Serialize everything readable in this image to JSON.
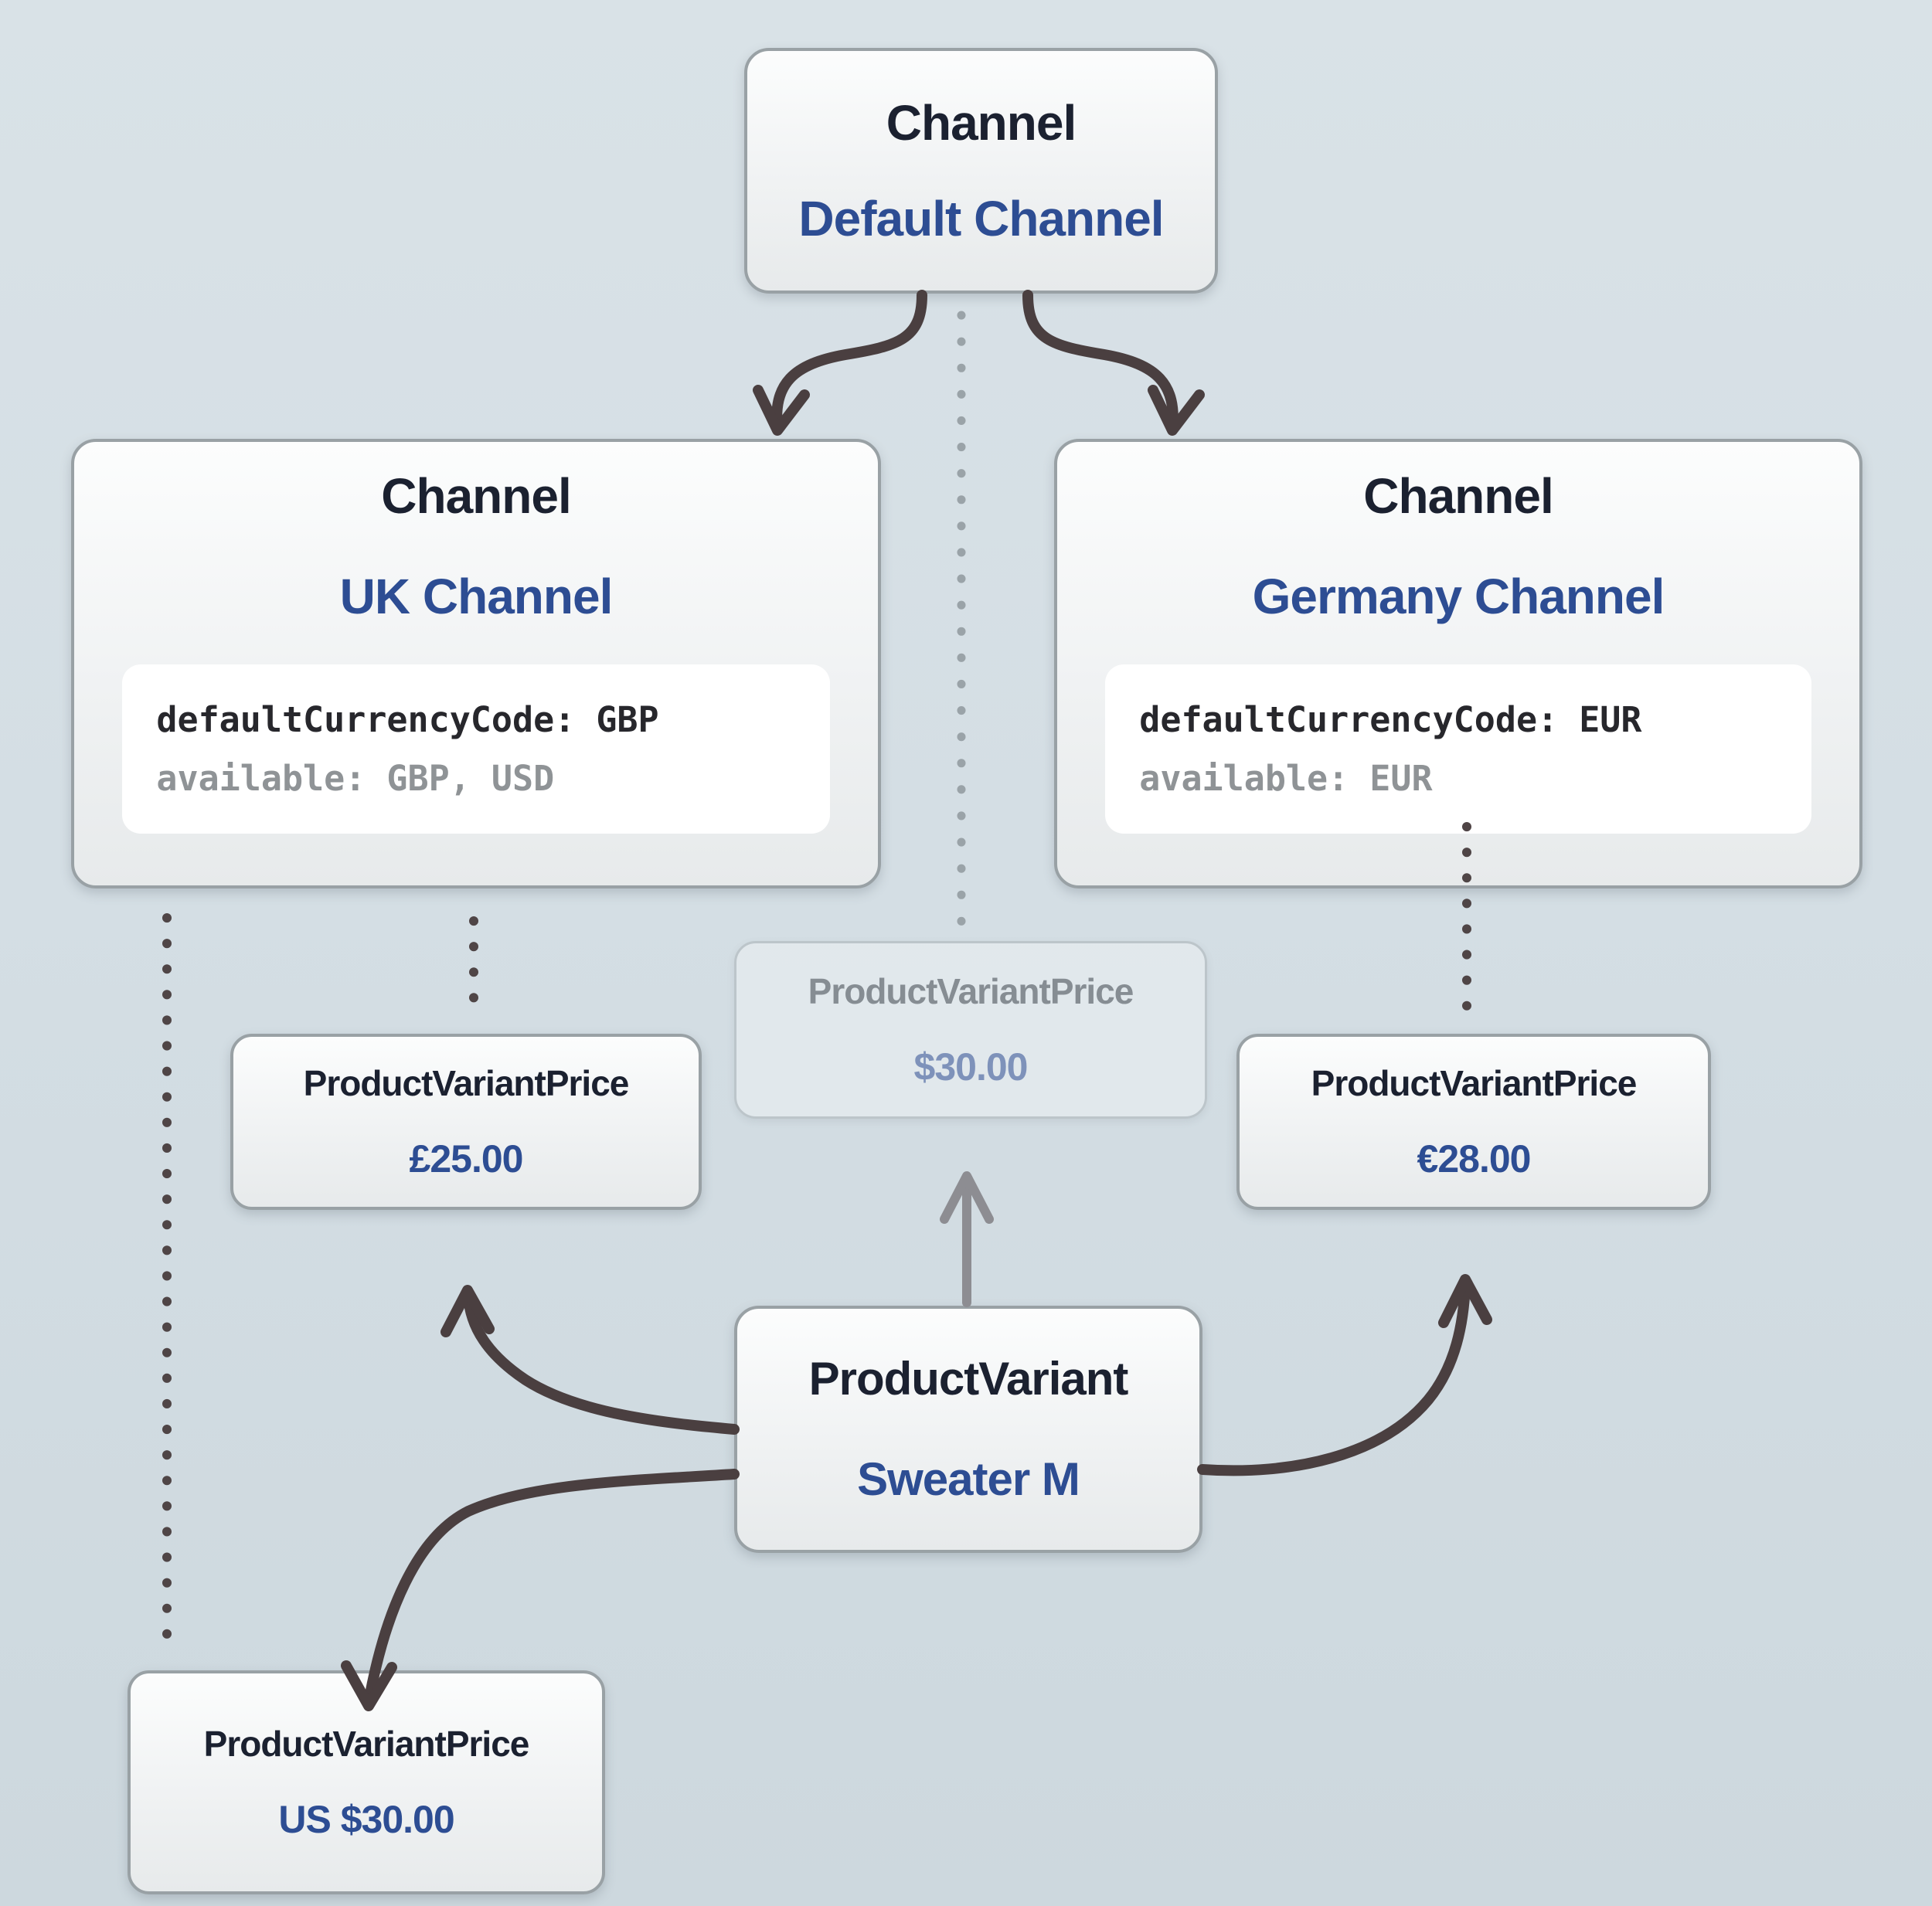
{
  "diagram": {
    "background_color": "#d4dee4",
    "colors": {
      "accent_blue": "#2d4d93",
      "title_dark": "#1b2130",
      "arrow_dark": "#4a3f40",
      "arrow_gray": "#8d8d92",
      "dotted_light": "#9aa3a8",
      "dotted_dark": "#4f4546",
      "box_border": "#99a1a5"
    },
    "nodes": {
      "default_channel": {
        "type_label": "Channel",
        "name": "Default Channel"
      },
      "uk_channel": {
        "type_label": "Channel",
        "name": "UK Channel",
        "code": {
          "line1": "defaultCurrencyCode: GBP",
          "line2": "available: GBP, USD"
        }
      },
      "germany_channel": {
        "type_label": "Channel",
        "name": "Germany Channel",
        "code": {
          "line1": "defaultCurrencyCode: EUR",
          "line2": "available: EUR"
        }
      },
      "default_price": {
        "type_label": "ProductVariantPrice",
        "value": "$30.00"
      },
      "uk_price": {
        "type_label": "ProductVariantPrice",
        "value": "£25.00"
      },
      "germany_price": {
        "type_label": "ProductVariantPrice",
        "value": "€28.00"
      },
      "product_variant": {
        "type_label": "ProductVariant",
        "name": "Sweater M"
      },
      "us_price": {
        "type_label": "ProductVariantPrice",
        "value": "US $30.00"
      }
    }
  }
}
